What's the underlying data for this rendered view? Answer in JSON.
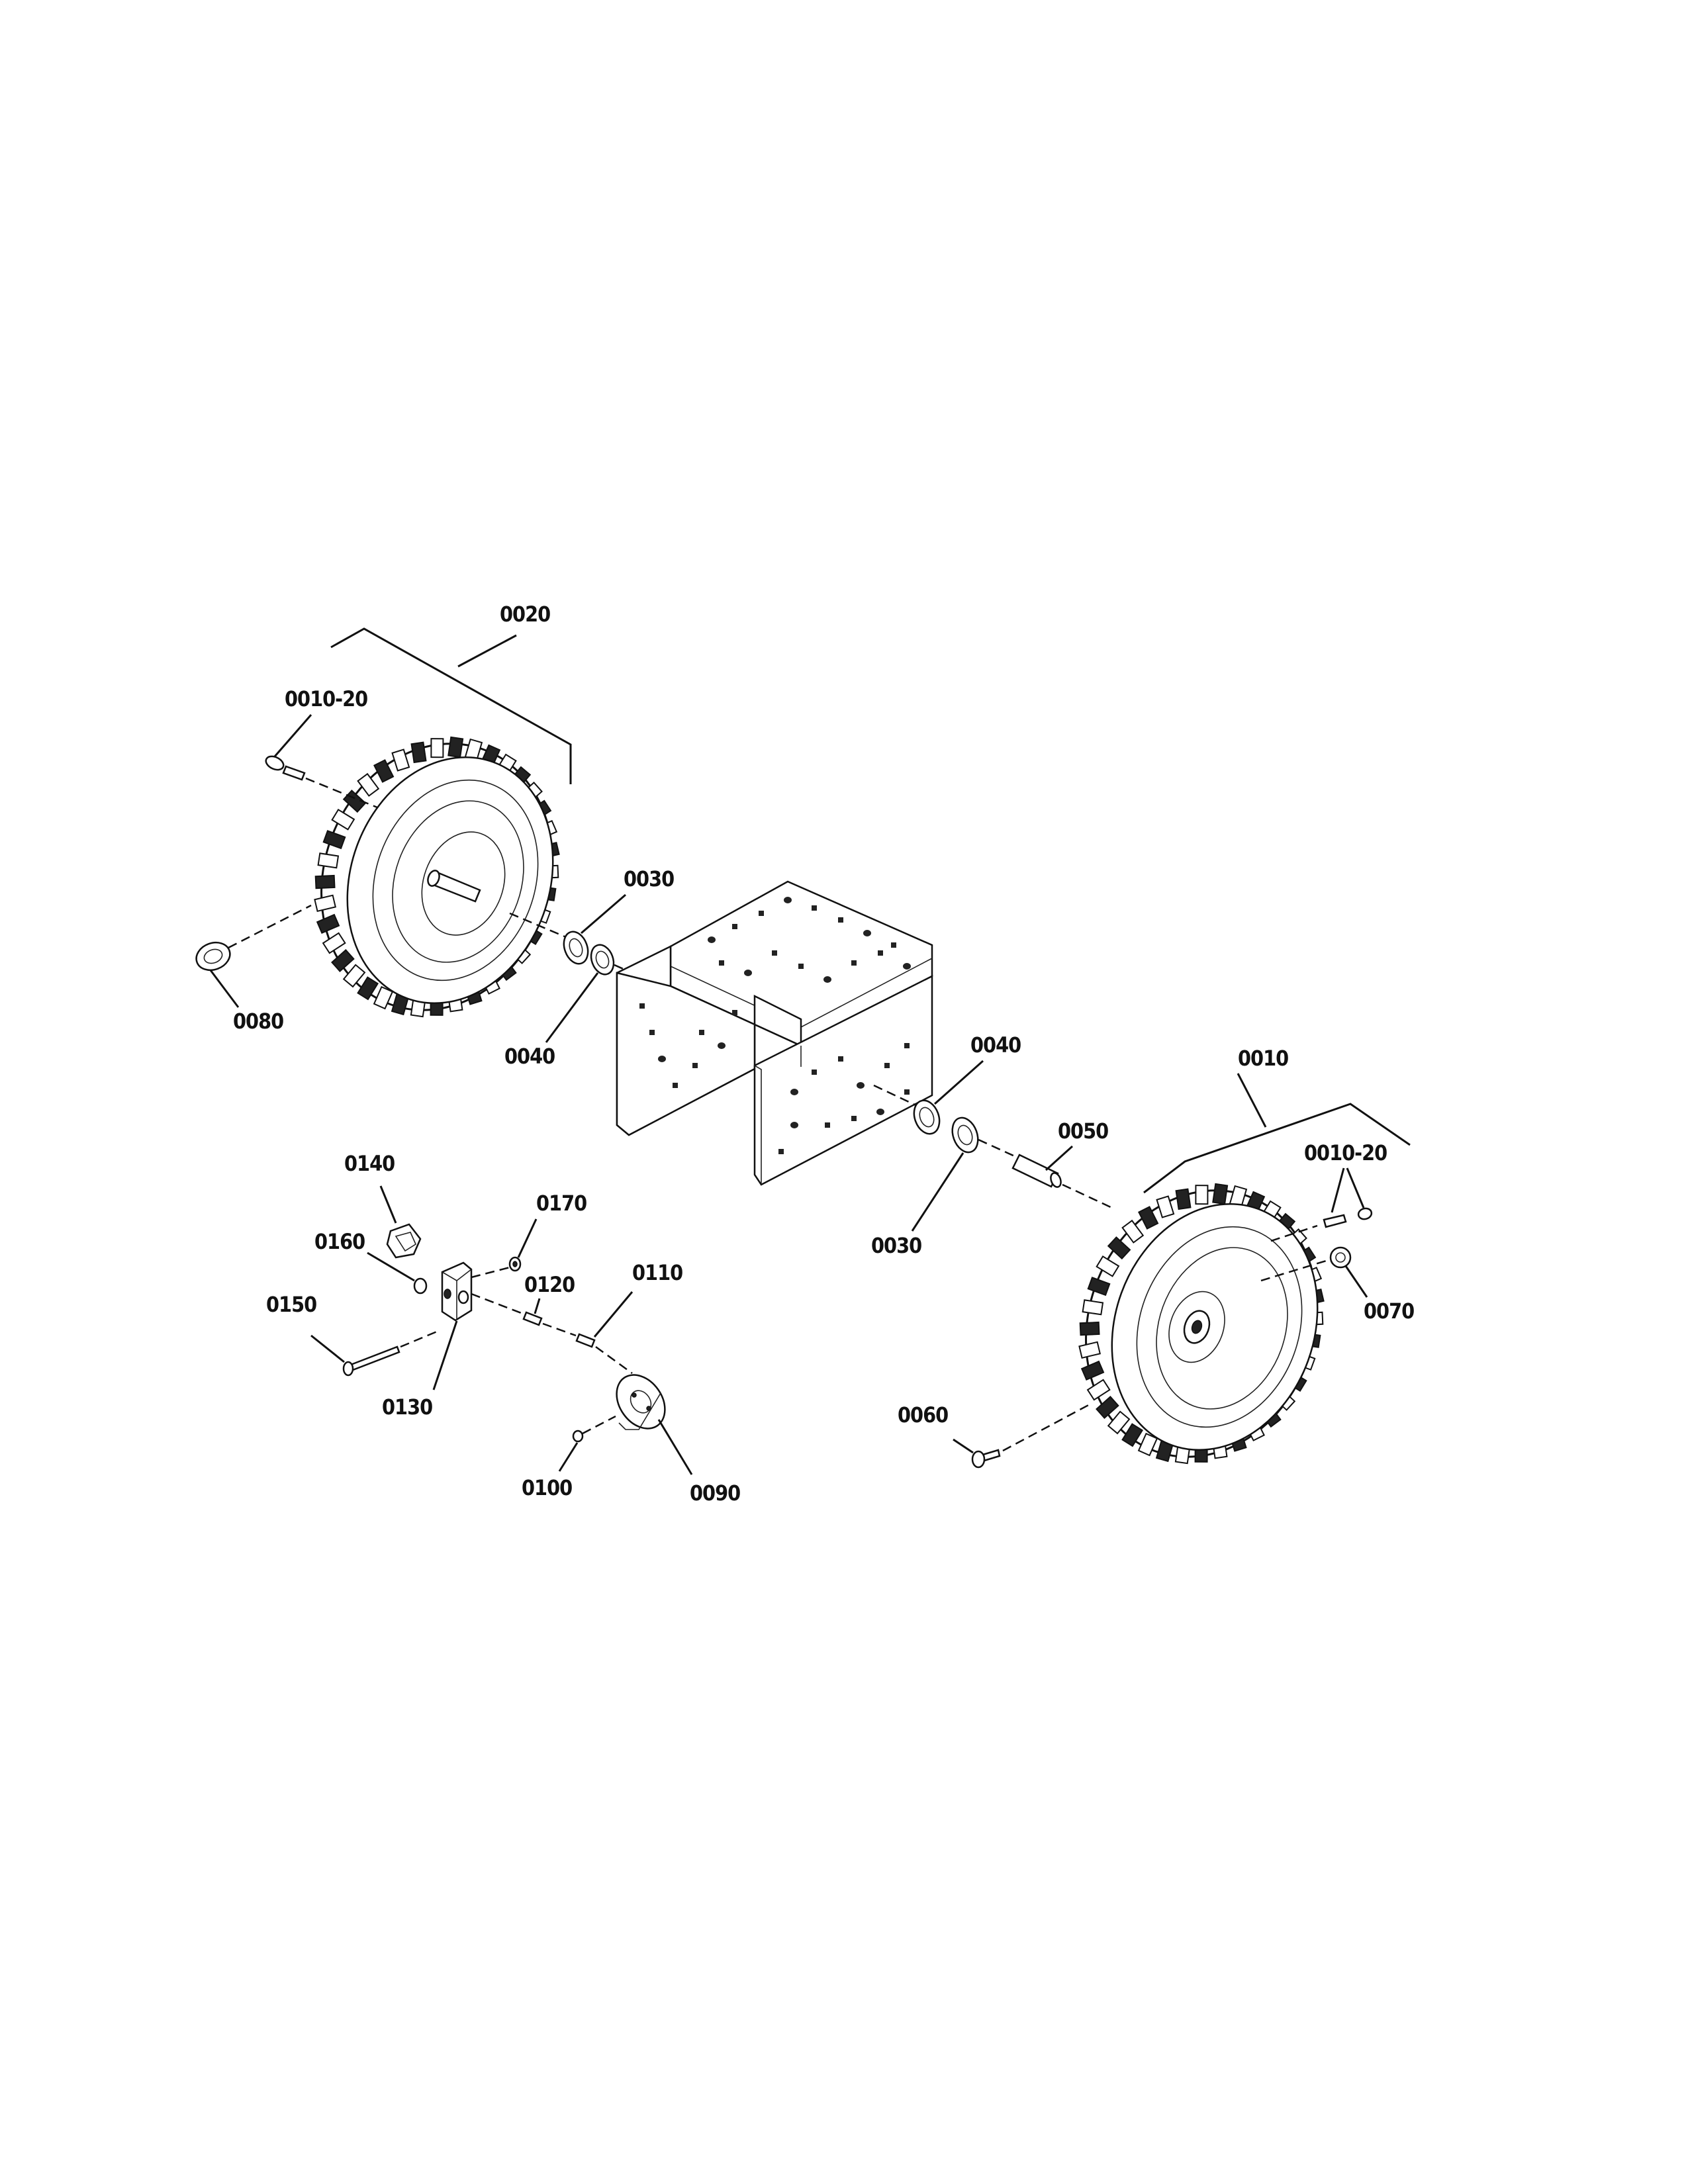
{
  "diagram": {
    "callouts": {
      "c0020": "0020",
      "c0010_20_left": "0010-20",
      "c0030_left": "0030",
      "c0080": "0080",
      "c0040_left": "0040",
      "c0010": "0010",
      "c0040_right": "0040",
      "c0050": "0050",
      "c0010_20_right": "0010-20",
      "c0030_right": "0030",
      "c0070": "0070",
      "c0060": "0060",
      "c0140": "0140",
      "c0170": "0170",
      "c0160": "0160",
      "c0120": "0120",
      "c0110": "0110",
      "c0150": "0150",
      "c0130": "0130",
      "c0100": "0100",
      "c0090": "0090"
    }
  }
}
